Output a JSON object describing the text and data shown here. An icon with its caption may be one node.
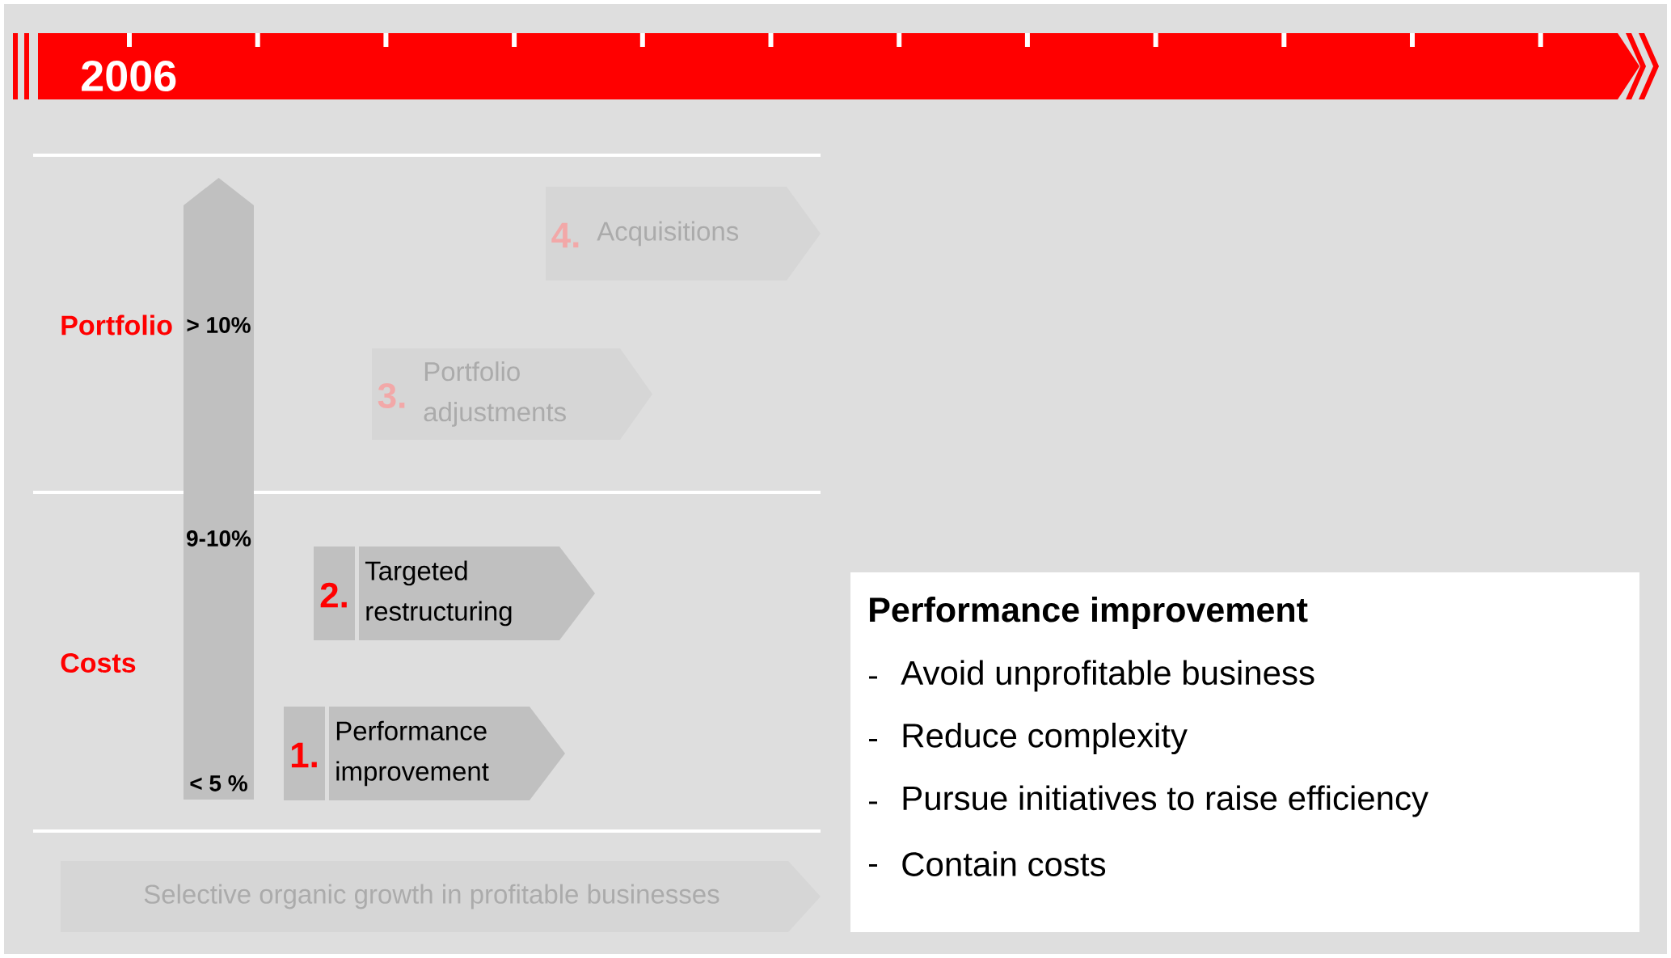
{
  "diagram": {
    "nodes": [
      {
        "text": [
          "2006"
        ]
      },
      {
        "text": [
          "> 10%",
          "9-10%",
          "< 5 %"
        ]
      },
      {
        "text": [
          "4.",
          "Acquisitions"
        ]
      },
      {
        "text": [
          "3.",
          "Portfolio adjustments"
        ]
      },
      {
        "text": [
          "2.",
          "Targeted restructuring"
        ]
      },
      {
        "text": [
          "1.",
          "Performance improvement"
        ]
      },
      {
        "text": [
          "Selective organic growth in profitable businesses"
        ]
      },
      {
        "text": [
          "Performance improvement",
          "Avoid unprofitable business",
          "Reduce complexity",
          "Pursue initiatives to raise efficiency",
          "Contain costs"
        ]
      }
    ],
    "labels": [
      "Portfolio",
      "Costs"
    ]
  }
}
